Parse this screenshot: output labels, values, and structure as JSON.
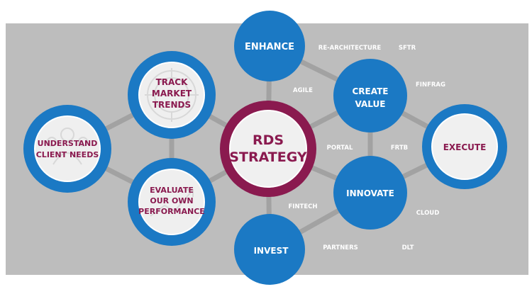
{
  "colors": {
    "band": "#bdbdbd",
    "connector": "#9c9c9c",
    "blue": "#1b79c4",
    "blue_dark": "#1665a8",
    "maroon": "#8a1a4f",
    "white_disc": "#f0f0f0",
    "label_white": "#ffffff",
    "label_maroon": "#8a1a4f",
    "label_grey": "#ffffff"
  },
  "center": {
    "line1": "RDS",
    "line2": "STRATEGY"
  },
  "left_nodes": {
    "track": {
      "line1": "TRACK",
      "line2": "MARKET",
      "line3": "TRENDS",
      "icon": "target-icon"
    },
    "understand": {
      "line1": "UNDERSTAND",
      "line2": "CLIENT NEEDS",
      "icon": "people-icon"
    },
    "evaluate": {
      "line1": "EVALUATE",
      "line2": "OUR OWN",
      "line3": "PERFORMANCE",
      "icon": "growth-chart-icon"
    }
  },
  "right_nodes": {
    "enhance": "ENHANCE",
    "create": {
      "line1": "CREATE",
      "line2": "VALUE"
    },
    "innovate": "INNOVATE",
    "invest": "INVEST",
    "execute": "EXECUTE"
  },
  "tags": {
    "rearchitecture": "RE-ARCHITECTURE",
    "sftr": "SFTR",
    "agile": "AGILE",
    "finfrag": "FINFRAG",
    "portal": "PORTAL",
    "frtb": "FRTB",
    "fintech": "FINTECH",
    "cloud": "CLOUD",
    "partners": "PARTNERS",
    "dlt": "DLT"
  }
}
